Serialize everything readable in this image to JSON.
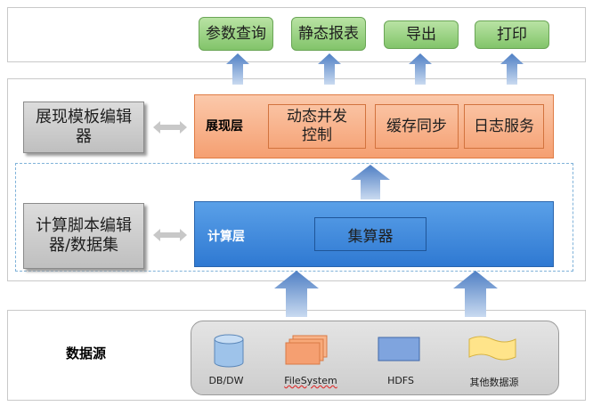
{
  "outputs": [
    "参数查询",
    "静态报表",
    "导出",
    "打印"
  ],
  "editors": {
    "presentation": "展现模板编辑器",
    "script": "计算脚本编辑器/数据集"
  },
  "presentation_layer": {
    "label": "展现层",
    "modules": [
      "动态并发控制",
      "缓存同步",
      "日志服务"
    ]
  },
  "compute_layer": {
    "label": "计算层",
    "module": "集算器"
  },
  "data_sources": {
    "label": "数据源",
    "items": [
      "DB/DW",
      "FileSystem",
      "HDFS",
      "其他数据源"
    ]
  },
  "colors": {
    "green": "#82c46a",
    "orange": "#f59f71",
    "blue": "#2f79d2",
    "arrow": "#5b87c8"
  }
}
